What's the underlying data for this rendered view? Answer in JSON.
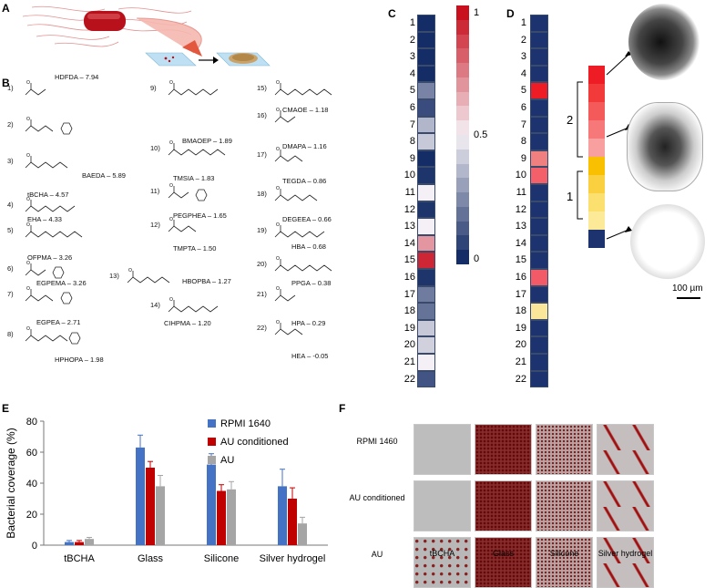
{
  "panels": {
    "A": "A",
    "B": "B",
    "C": "C",
    "D": "D",
    "E": "E",
    "F": "F"
  },
  "compounds": [
    {
      "num": "1)",
      "name": "HDFDA – 7.94"
    },
    {
      "num": "2)",
      "name": "BAEDA – 5.89"
    },
    {
      "num": "3)",
      "name": "tBCHA – 4.57"
    },
    {
      "num": "4)",
      "name": "EHA – 4.33"
    },
    {
      "num": "5)",
      "name": "OFPMA – 3.26"
    },
    {
      "num": "6)",
      "name": "EGPEMA – 3.26"
    },
    {
      "num": "7)",
      "name": "EGPEA – 2.71"
    },
    {
      "num": "8)",
      "name": "HPHOPA – 1.98"
    },
    {
      "num": "9)",
      "name": "BMAOEP – 1.89"
    },
    {
      "num": "10)",
      "name": "TMSIA – 1.83"
    },
    {
      "num": "11)",
      "name": "PEGPHEA – 1.65"
    },
    {
      "num": "12)",
      "name": "TMPTA – 1.50"
    },
    {
      "num": "13)",
      "name": "HBOPBA – 1.27"
    },
    {
      "num": "14)",
      "name": "CIHPMA – 1.20"
    },
    {
      "num": "15)",
      "name": "CMAOE – 1.18"
    },
    {
      "num": "16)",
      "name": "DMAPA – 1.16"
    },
    {
      "num": "17)",
      "name": "TEGDA – 0.86"
    },
    {
      "num": "18)",
      "name": "DEGEEA – 0.66"
    },
    {
      "num": "19)",
      "name": "HBA – 0.68"
    },
    {
      "num": "20)",
      "name": "PPGA – 0.38"
    },
    {
      "num": "21)",
      "name": "HPA – 0.29"
    },
    {
      "num": "22)",
      "name": "HEA – -0.05"
    }
  ],
  "heatmap_c": {
    "rows": [
      "1",
      "2",
      "3",
      "4",
      "5",
      "6",
      "7",
      "8",
      "9",
      "10",
      "11",
      "12",
      "13",
      "14",
      "15",
      "16",
      "17",
      "18",
      "19",
      "20",
      "21",
      "22"
    ],
    "values": [
      0,
      0,
      0,
      0,
      0.22,
      0.08,
      0.35,
      0.4,
      0,
      0.02,
      0.5,
      0.02,
      0.5,
      0.7,
      0.95,
      0.02,
      0.2,
      0.18,
      0.4,
      0.42,
      0.5,
      0.1
    ],
    "legend_labels": [
      "1",
      "0.5",
      "0"
    ]
  },
  "heatmap_d": {
    "rows": [
      "1",
      "2",
      "3",
      "4",
      "5",
      "6",
      "7",
      "8",
      "9",
      "10",
      "11",
      "12",
      "13",
      "14",
      "15",
      "16",
      "17",
      "18",
      "19",
      "20",
      "21",
      "22"
    ],
    "highlight": {
      "5": "#ee1c24",
      "9": "#f08080",
      "10": "#f4606a",
      "16": "#f25a68",
      "18": "#fae79a"
    },
    "bracket_labels": [
      "2",
      "1"
    ],
    "scale_label": "100 µm"
  },
  "chart_data": {
    "type": "bar",
    "categories": [
      "tBCHA",
      "Glass",
      "Silicone",
      "Silver hydrogel"
    ],
    "series": [
      {
        "name": "RPMI 1640",
        "color": "#4472c4",
        "values": [
          2,
          63,
          52,
          38
        ],
        "errors": [
          1,
          8,
          7,
          11
        ]
      },
      {
        "name": "AU conditioned",
        "color": "#c00000",
        "values": [
          2,
          50,
          35,
          30
        ],
        "errors": [
          1,
          4,
          4,
          7
        ]
      },
      {
        "name": "AU",
        "color": "#a5a5a5",
        "values": [
          4,
          38,
          36,
          14
        ],
        "errors": [
          1,
          7,
          5,
          4
        ]
      }
    ],
    "ylabel": "Bacterial coverage (%)",
    "ylim": [
      0,
      80
    ],
    "yticks": [
      "0",
      "20",
      "40",
      "60",
      "80"
    ],
    "legend": "top-right"
  },
  "panel_f": {
    "rows": [
      "RPMI 1460",
      "AU conditioned",
      "AU"
    ],
    "cols": [
      "tBCHA",
      "Glass",
      "Silicone",
      "Silver hydrogel"
    ]
  }
}
